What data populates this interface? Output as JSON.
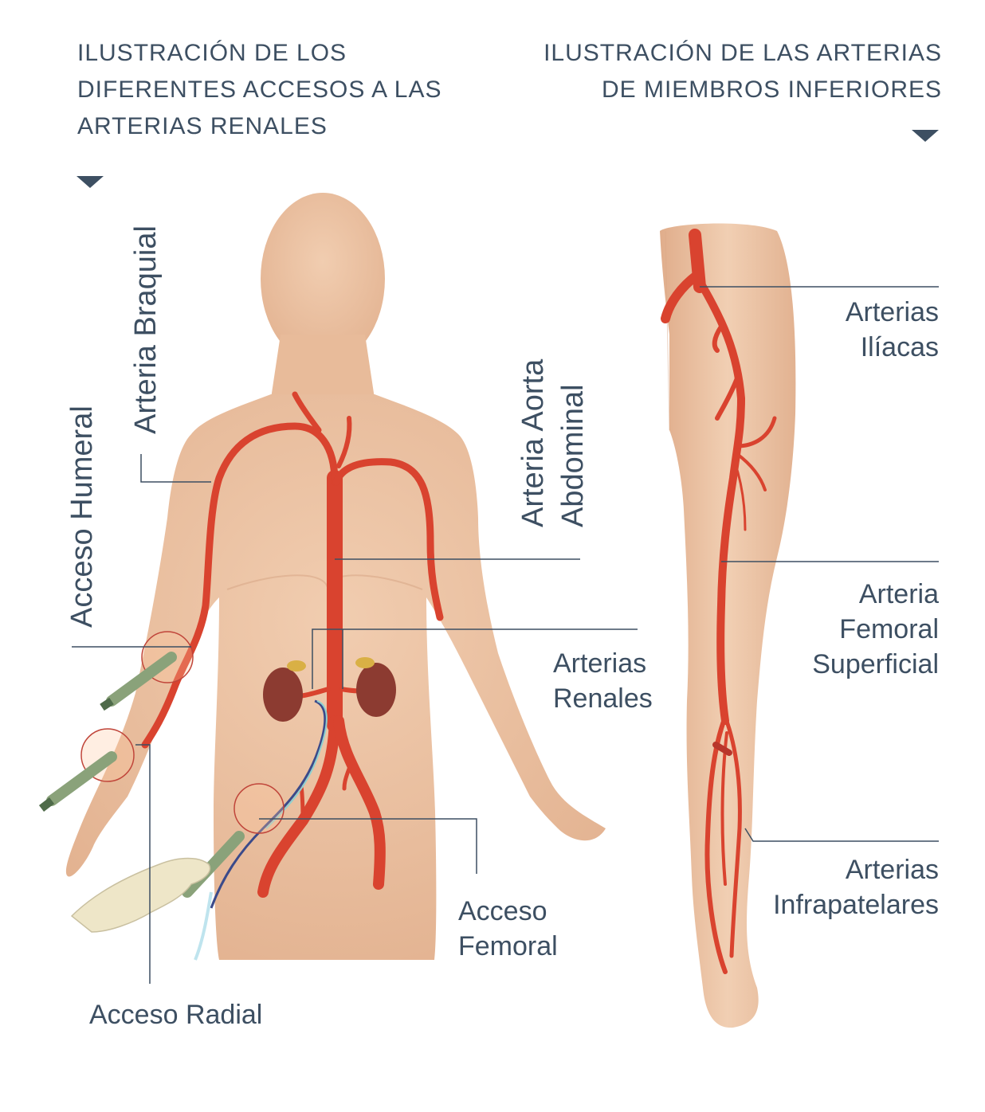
{
  "headings": {
    "left": [
      "ILUSTRACIÓN DE LOS",
      "DIFERENTES ACCESOS A LAS",
      "ARTERIAS RENALES"
    ],
    "right": [
      "ILUSTRACIÓN DE LAS ARTERIAS",
      "DE MIEMBROS INFERIORES"
    ]
  },
  "body_labels": {
    "arteria_braquial": "Arteria Braquial",
    "acceso_humeral": "Acceso Humeral",
    "arteria_aorta": [
      "Arteria Aorta",
      "Abdominal"
    ],
    "arterias_renales": [
      "Arterias",
      "Renales"
    ],
    "acceso_femoral": [
      "Acceso",
      "Femoral"
    ],
    "acceso_radial": "Acceso Radial"
  },
  "leg_labels": {
    "iliacas": [
      "Arterias",
      "Ilíacas"
    ],
    "femoral": [
      "Arteria",
      "Femoral",
      "Superficial"
    ],
    "infrapatelares": [
      "Arterias",
      "Infrapatelares"
    ]
  },
  "colors": {
    "text": "#3d4f62",
    "skin": "#ecc3a3",
    "artery": "#d9432f",
    "leader_line": "#3d4f62"
  }
}
